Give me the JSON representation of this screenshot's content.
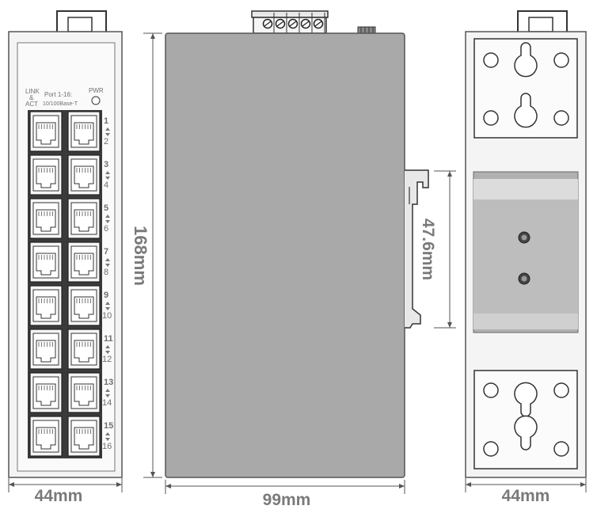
{
  "front_panel": {
    "link_label_1": "LINK",
    "link_label_2": "&",
    "link_label_3": "ACT",
    "port_label_1": "Port 1-16:",
    "port_label_2": "10/100Base-T",
    "pwr_label": "PWR",
    "port_numbers": [
      "1",
      "2",
      "3",
      "4",
      "5",
      "6",
      "7",
      "8",
      "9",
      "10",
      "11",
      "12",
      "13",
      "14",
      "15",
      "16"
    ],
    "width_label": "44mm"
  },
  "side_panel": {
    "height_label": "168mm",
    "depth_label": "99mm",
    "din_label": "47.6mm"
  },
  "back_panel": {
    "width_label": "44mm"
  },
  "colors": {
    "body_fill": "#a9a9a9",
    "panel_fill": "#f2f2f2",
    "outline": "#555555",
    "dim_text": "#7a7a7a"
  }
}
